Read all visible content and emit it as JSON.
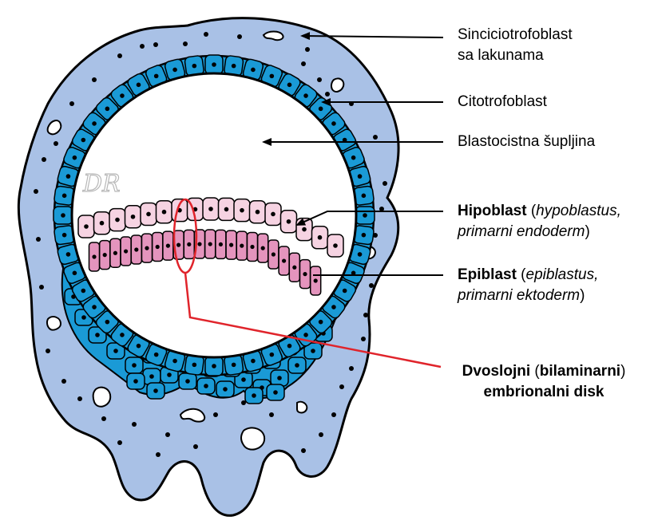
{
  "colors": {
    "syncytio": "#a9c1e6",
    "cyto": "#1a9ad6",
    "hypoblast": "#f6d3e2",
    "epiblast": "#e494bd",
    "outline": "#000000",
    "callout": "#e0242b",
    "background": "#ffffff"
  },
  "watermark": "DR",
  "labels": {
    "syncytiotrophoblast": {
      "line1": "Sinciciotrofoblast",
      "line2": "sa lakunama"
    },
    "cytotrophoblast": "Citotrofoblast",
    "blastocyst_cavity": "Blastocistna šupljina",
    "hypoblast": {
      "term": "Hipoblast",
      "open": " (",
      "latin": "hypoblastus,",
      "latin2": "primarni endoderm",
      "close": ")"
    },
    "epiblast": {
      "term": "Epiblast",
      "open": " (",
      "latin": "epiblastus,",
      "latin2": "primarni ektoderm",
      "close": ")"
    },
    "disc": {
      "w1": "Dvoslojni",
      "open": " (",
      "w2": "bilaminarni",
      "close": ")",
      "line2": "embrionalni disk"
    }
  }
}
